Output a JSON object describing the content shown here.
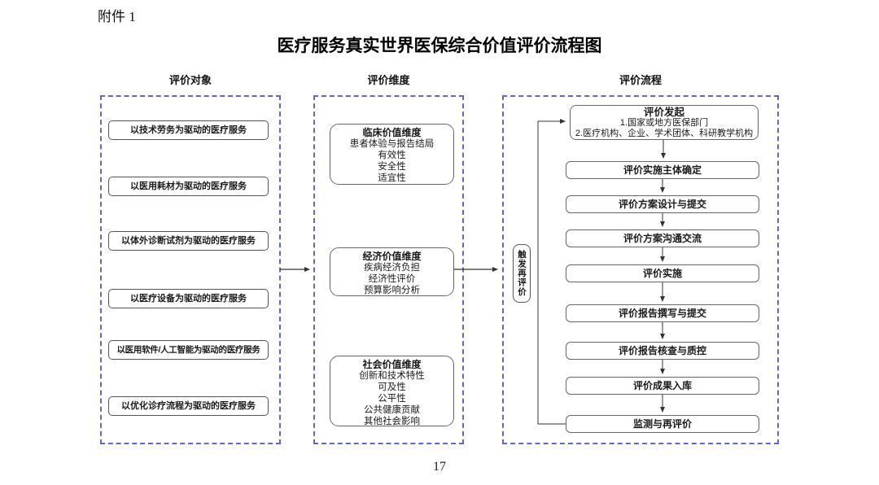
{
  "page": {
    "attachment_label": "附件 1",
    "title": "医疗服务真实世界医保综合价值评价流程图",
    "page_number": "17"
  },
  "columns": {
    "objects": {
      "header": "评价对象",
      "items": [
        "以技术劳务为驱动的医疗服务",
        "以医用耗材为驱动的医疗服务",
        "以体外诊断试剂为驱动的医疗服务",
        "以医疗设备为驱动的医疗服务",
        "以医用软件/人工智能为驱动的医疗服务",
        "以优化诊疗流程为驱动的医疗服务"
      ]
    },
    "dimensions": {
      "header": "评价维度",
      "groups": [
        {
          "title": "临床价值维度",
          "lines": [
            "患者体验与报告结局",
            "有效性",
            "安全性",
            "适宜性"
          ]
        },
        {
          "title": "经济价值维度",
          "lines": [
            "疾病经济负担",
            "经济性评价",
            "预算影响分析"
          ]
        },
        {
          "title": "社会价值维度",
          "lines": [
            "创新和技术特性",
            "可及性",
            "公平性",
            "公共健康贡献",
            "其他社会影响"
          ]
        }
      ]
    },
    "process": {
      "header": "评价流程",
      "start": {
        "title": "评价发起",
        "line1": "1.国家或地方医保部门",
        "line2": "2.医疗机构、企业、学术团体、科研教学机构"
      },
      "steps": [
        "评价实施主体确定",
        "评价方案设计与提交",
        "评价方案沟通交流",
        "评价实施",
        "评价报告撰写与提交",
        "评价报告核查与质控",
        "评价成果入库",
        "监测与再评价"
      ],
      "feedback_label": "触发再评价"
    }
  },
  "colors": {
    "dashed_border": "#6565c5",
    "box_border": "#666666",
    "arrow": "#333333",
    "text": "#1a1a1a",
    "background": "#ffffff"
  }
}
